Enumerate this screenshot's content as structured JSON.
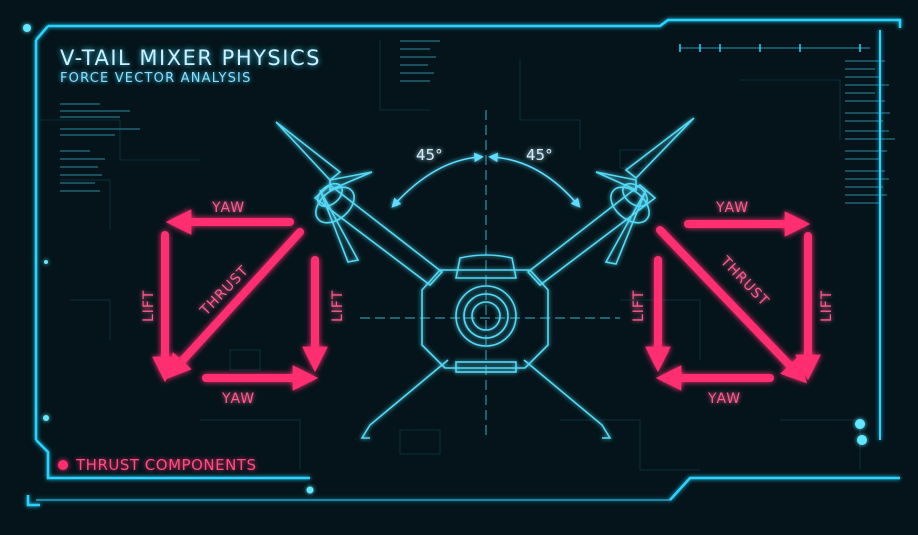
{
  "header": {
    "title": "V-TAIL MIXER PHYSICS",
    "subtitle": "FORCE VECTOR ANALYSIS"
  },
  "angles": {
    "left": "45°",
    "right": "45°"
  },
  "left_vectors": {
    "yaw_top": "YAW",
    "lift_left": "LIFT",
    "thrust": "THRUST",
    "lift_right": "LIFT",
    "yaw_bottom": "YAW"
  },
  "right_vectors": {
    "yaw_top": "YAW",
    "lift_left": "LIFT",
    "thrust": "THRUST",
    "lift_right": "LIFT",
    "yaw_bottom": "YAW"
  },
  "legend": {
    "label": "THRUST COMPONENTS"
  },
  "colors": {
    "background": "#04141a",
    "frame": "#29d3ff",
    "vector": "#ff2d6f",
    "text": "#cfefff"
  }
}
